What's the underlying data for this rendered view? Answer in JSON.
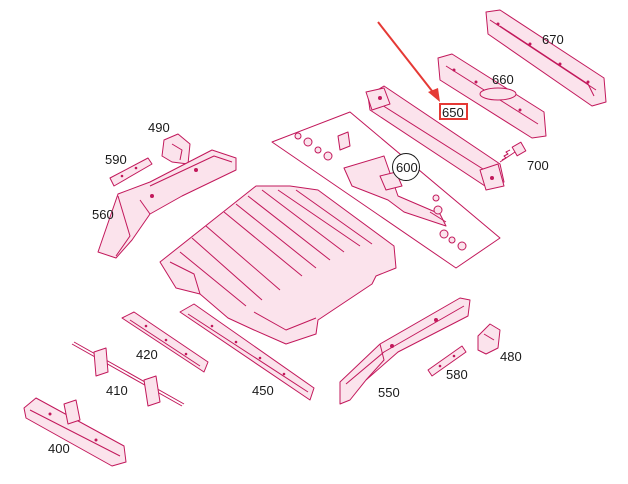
{
  "colors": {
    "part_line": "#c2185b",
    "part_fill": "#fbe3ec",
    "label": "#1a1a1a",
    "highlight": "#e53935"
  },
  "labels": {
    "p670": "670",
    "p660": "660",
    "p650": "650",
    "p700": "700",
    "p600": "600",
    "p490": "490",
    "p590": "590",
    "p560": "560",
    "p420": "420",
    "p410": "410",
    "p400": "400",
    "p450": "450",
    "p550": "550",
    "p480": "480",
    "p580": "580"
  },
  "highlighted_part": "650"
}
